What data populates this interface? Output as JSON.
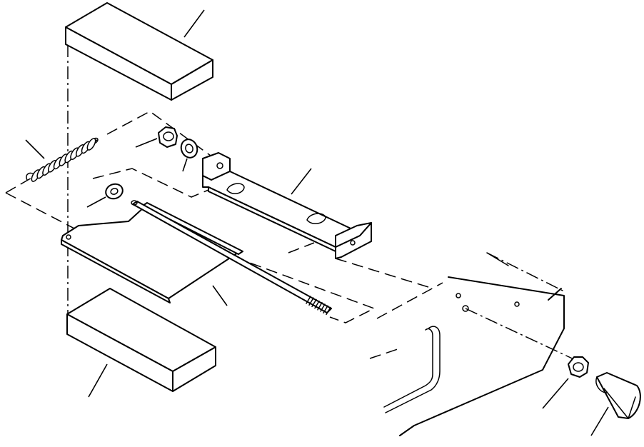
{
  "diagram": {
    "kind": "exploded-parts-view",
    "parts": [
      {
        "id": "pad-upper",
        "icon": "block-pad"
      },
      {
        "id": "spring",
        "icon": "coil-spring"
      },
      {
        "id": "nut-upper",
        "icon": "hex-nut"
      },
      {
        "id": "washer-upper",
        "icon": "washer"
      },
      {
        "id": "bracket",
        "icon": "channel-bracket"
      },
      {
        "id": "washer-lower",
        "icon": "washer"
      },
      {
        "id": "plate",
        "icon": "flat-plate"
      },
      {
        "id": "rod",
        "icon": "threaded-rod"
      },
      {
        "id": "pad-lower",
        "icon": "block-pad"
      },
      {
        "id": "frame",
        "icon": "frame-panel"
      },
      {
        "id": "nut-lower",
        "icon": "hex-nut"
      },
      {
        "id": "knob",
        "icon": "knob"
      }
    ],
    "line_color": "#000000",
    "background": "#ffffff"
  }
}
